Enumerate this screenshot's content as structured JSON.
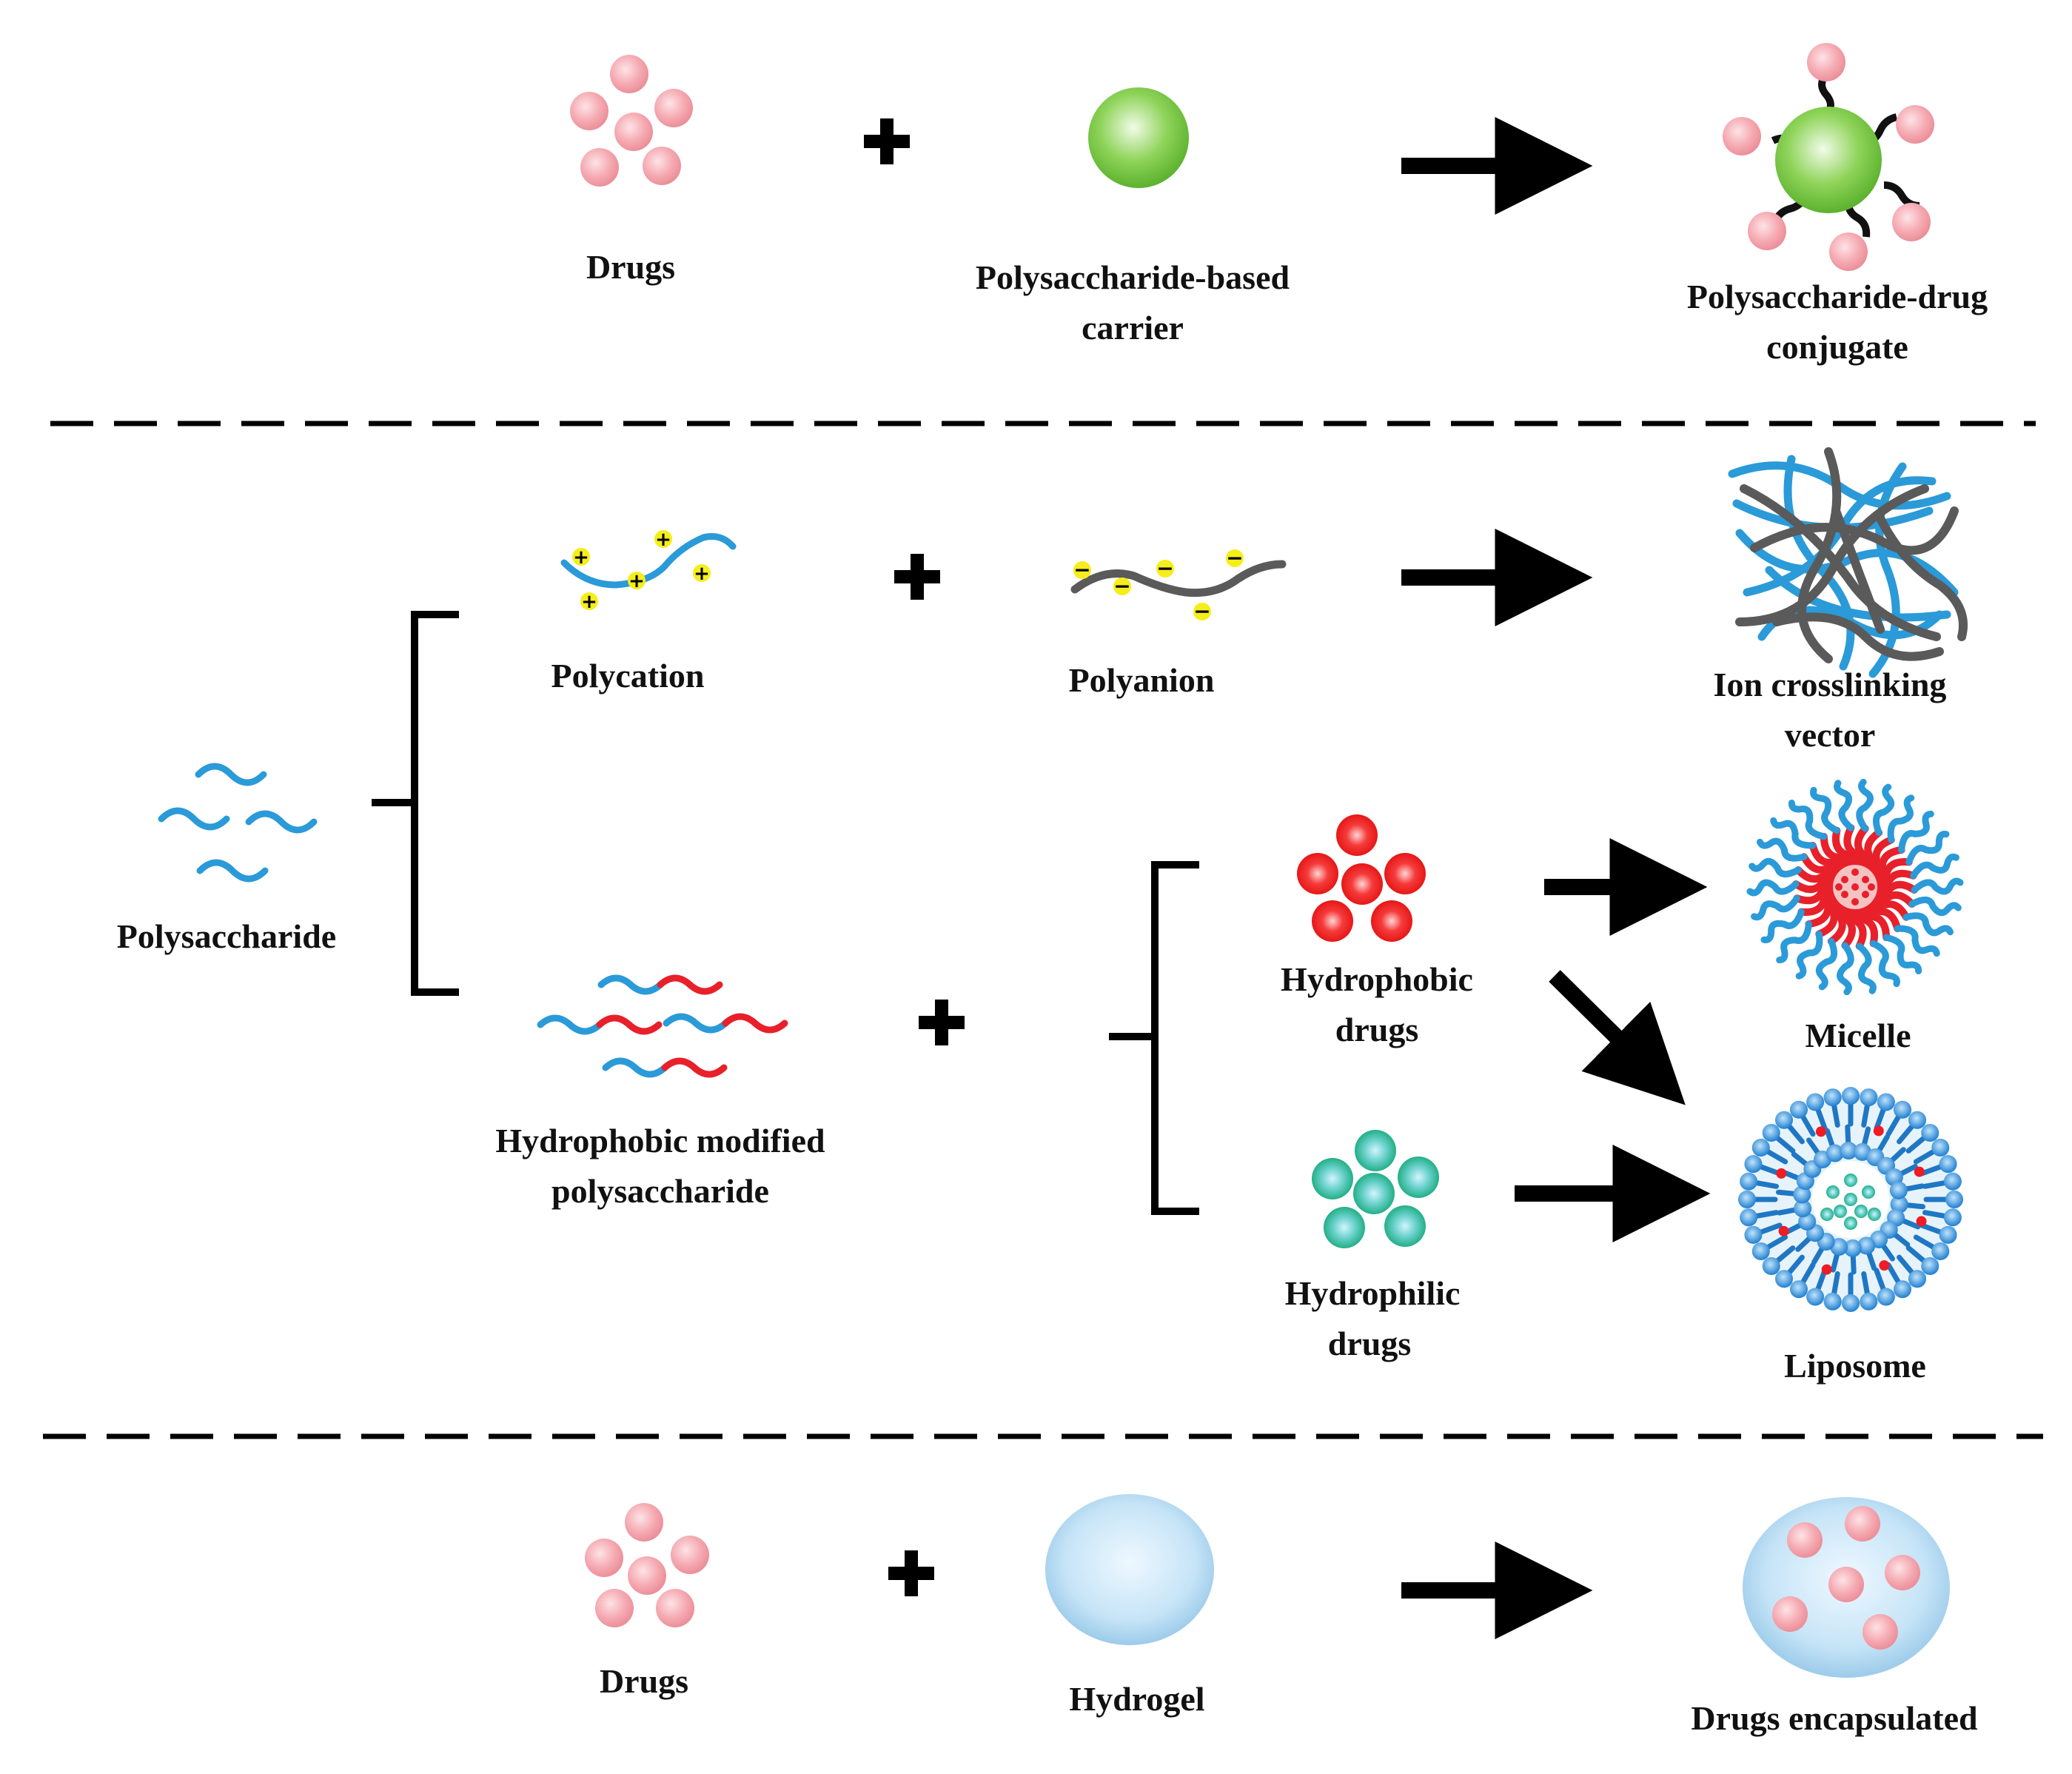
{
  "section1": {
    "drugs_label": "Drugs",
    "carrier_label_line1": "Polysaccharide-based",
    "carrier_label_line2": "carrier",
    "conjugate_label_line1": "Polysaccharide-drug",
    "conjugate_label_line2": "conjugate"
  },
  "section2": {
    "polysaccharide_label": "Polysaccharide",
    "polycation_label": "Polycation",
    "polyanion_label": "Polyanion",
    "ion_label_line1": "Ion crosslinking",
    "ion_label_line2": "vector",
    "hydrophobic_modified_line1": "Hydrophobic modified",
    "hydrophobic_modified_line2": "polysaccharide",
    "hydrophobic_drugs_line1": "Hydrophobic",
    "hydrophobic_drugs_line2": "drugs",
    "hydrophilic_drugs_line1": "Hydrophilic",
    "hydrophilic_drugs_line2": "drugs",
    "micelle_label": "Micelle",
    "liposome_label": "Liposome",
    "plus_sign": "+",
    "minus_sign": "−"
  },
  "section3": {
    "drugs_label": "Drugs",
    "hydrogel_label": "Hydrogel",
    "encapsulated_label": "Drugs encapsulated"
  },
  "colors": {
    "drug_pink": "#f2a0a8",
    "carrier_green": "#7ccf4a",
    "chain_blue": "#2b9ad8",
    "chain_red": "#e8202a",
    "chain_gray": "#5a5a5a",
    "hydrophobic_red": "#ee1c25",
    "hydrophilic_teal": "#19b08a",
    "hydrogel_blue": "#bfe0f5",
    "charge_yellow": "#f5ee1a"
  }
}
